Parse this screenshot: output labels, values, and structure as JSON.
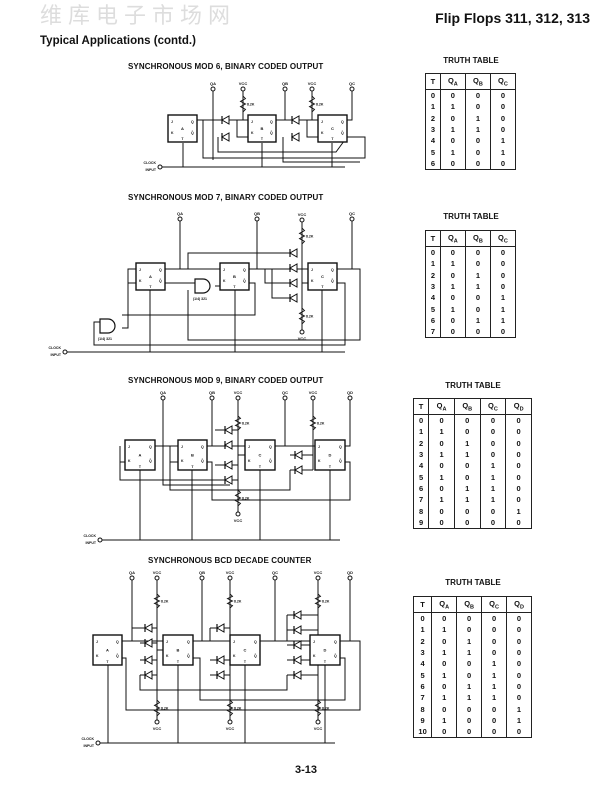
{
  "header": {
    "title": "Flip Flops 311, 312, 313",
    "subtitle": "Typical Applications (contd.)"
  },
  "watermark": "维库电子市场网",
  "labels": {
    "vcc": "VCC",
    "resistor": "8.2K",
    "clock": "CLOCK",
    "input": "INPUT",
    "gate": "(1/4) 321",
    "pins": {
      "j": "J",
      "k": "K",
      "q": "Q",
      "qbar": "Q̄",
      "t": "T"
    }
  },
  "circuits": [
    {
      "title": "SYNCHRONOUS MOD 6, BINARY CODED OUTPUT",
      "outputs": [
        "QA",
        "QB",
        "QC"
      ],
      "ffs": [
        "A",
        "B",
        "C"
      ]
    },
    {
      "title": "SYNCHRONOUS MOD 7, BINARY CODED OUTPUT",
      "outputs": [
        "QA",
        "QB",
        "QC"
      ],
      "ffs": [
        "A",
        "B",
        "C"
      ]
    },
    {
      "title": "SYNCHRONOUS MOD 9, BINARY CODED OUTPUT",
      "outputs": [
        "QA",
        "QB",
        "QC",
        "QD"
      ],
      "ffs": [
        "A",
        "B",
        "C",
        "D"
      ]
    },
    {
      "title": "SYNCHRONOUS BCD DECADE COUNTER",
      "outputs": [
        "QA",
        "QB",
        "QC",
        "QD"
      ],
      "ffs": [
        "A",
        "B",
        "C",
        "D"
      ]
    }
  ],
  "truth_tables": [
    {
      "title": "TRUTH TABLE",
      "columns": [
        "T",
        "QA",
        "QB",
        "QC"
      ],
      "rows": [
        [
          0,
          0,
          0,
          0
        ],
        [
          1,
          1,
          0,
          0
        ],
        [
          2,
          0,
          1,
          0
        ],
        [
          3,
          1,
          1,
          0
        ],
        [
          4,
          0,
          0,
          1
        ],
        [
          5,
          1,
          0,
          1
        ],
        [
          6,
          0,
          0,
          0
        ]
      ]
    },
    {
      "title": "TRUTH TABLE",
      "columns": [
        "T",
        "QA",
        "QB",
        "QC"
      ],
      "rows": [
        [
          0,
          0,
          0,
          0
        ],
        [
          1,
          1,
          0,
          0
        ],
        [
          2,
          0,
          1,
          0
        ],
        [
          3,
          1,
          1,
          0
        ],
        [
          4,
          0,
          0,
          1
        ],
        [
          5,
          1,
          0,
          1
        ],
        [
          6,
          0,
          1,
          1
        ],
        [
          7,
          0,
          0,
          0
        ]
      ]
    },
    {
      "title": "TRUTH TABLE",
      "columns": [
        "T",
        "QA",
        "QB",
        "QC",
        "QD"
      ],
      "rows": [
        [
          0,
          0,
          0,
          0,
          0
        ],
        [
          1,
          1,
          0,
          0,
          0
        ],
        [
          2,
          0,
          1,
          0,
          0
        ],
        [
          3,
          1,
          1,
          0,
          0
        ],
        [
          4,
          0,
          0,
          1,
          0
        ],
        [
          5,
          1,
          0,
          1,
          0
        ],
        [
          6,
          0,
          1,
          1,
          0
        ],
        [
          7,
          1,
          1,
          1,
          0
        ],
        [
          8,
          0,
          0,
          0,
          1
        ],
        [
          9,
          0,
          0,
          0,
          0
        ]
      ]
    },
    {
      "title": "TRUTH TABLE",
      "columns": [
        "T",
        "QA",
        "QB",
        "QC",
        "QD"
      ],
      "rows": [
        [
          0,
          0,
          0,
          0,
          0
        ],
        [
          1,
          1,
          0,
          0,
          0
        ],
        [
          2,
          0,
          1,
          0,
          0
        ],
        [
          3,
          1,
          1,
          0,
          0
        ],
        [
          4,
          0,
          0,
          1,
          0
        ],
        [
          5,
          1,
          0,
          1,
          0
        ],
        [
          6,
          0,
          1,
          1,
          0
        ],
        [
          7,
          1,
          1,
          1,
          0
        ],
        [
          8,
          0,
          0,
          0,
          1
        ],
        [
          9,
          1,
          0,
          0,
          1
        ],
        [
          10,
          0,
          0,
          0,
          0
        ]
      ]
    }
  ],
  "footer": {
    "page": "3-13"
  }
}
